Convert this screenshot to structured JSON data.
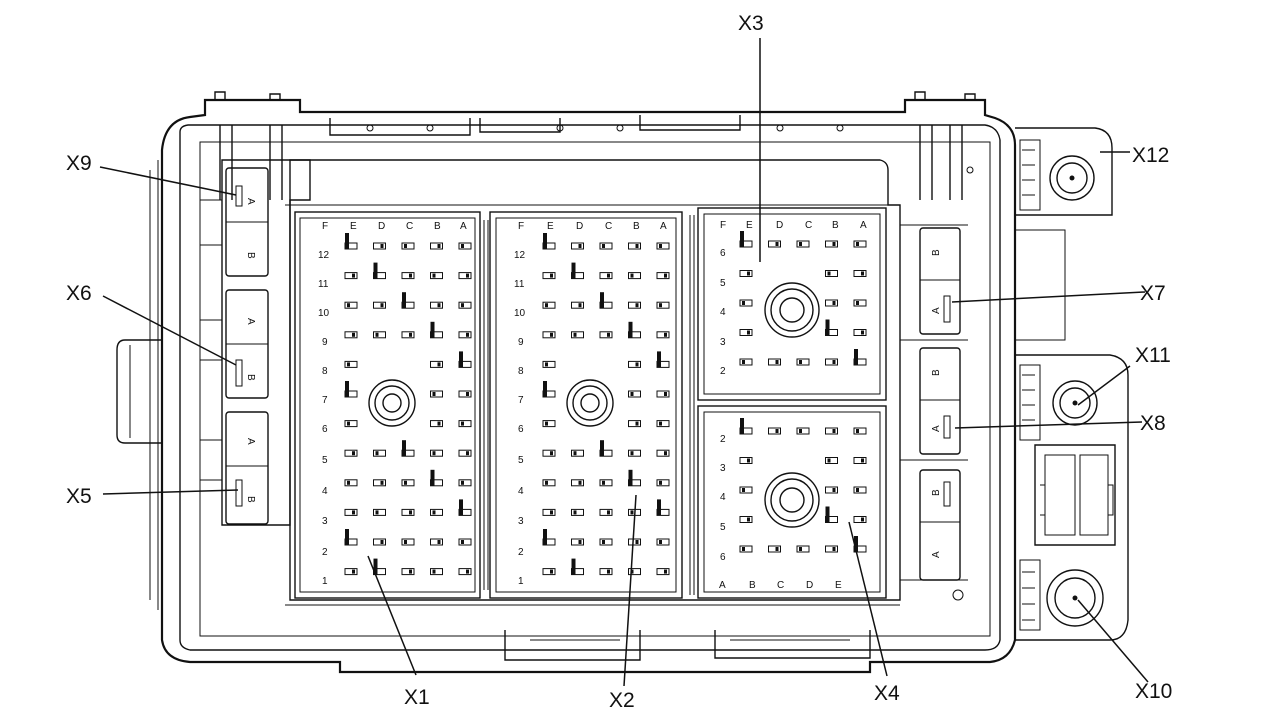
{
  "callouts": {
    "x1": "X1",
    "x2": "X2",
    "x3": "X3",
    "x4": "X4",
    "x5": "X5",
    "x6": "X6",
    "x7": "X7",
    "x8": "X8",
    "x9": "X9",
    "x10": "X10",
    "x11": "X11",
    "x12": "X12"
  },
  "connectors": {
    "x1": {
      "columns": [
        "F",
        "E",
        "D",
        "C",
        "B",
        "A"
      ],
      "rows": [
        "12",
        "11",
        "10",
        "9",
        "8",
        "7",
        "6",
        "5",
        "4",
        "3",
        "2",
        "1"
      ]
    },
    "x2": {
      "columns": [
        "F",
        "E",
        "D",
        "C",
        "B",
        "A"
      ],
      "rows": [
        "12",
        "11",
        "10",
        "9",
        "8",
        "7",
        "6",
        "5",
        "4",
        "3",
        "2",
        "1"
      ]
    },
    "x3": {
      "columns": [
        "F",
        "E",
        "D",
        "C",
        "B",
        "A"
      ],
      "rows": [
        "6",
        "5",
        "4",
        "3",
        "2"
      ]
    },
    "x4": {
      "columns": [
        "A",
        "B",
        "C",
        "D",
        "E"
      ],
      "rows": [
        "2",
        "3",
        "4",
        "5",
        "6"
      ]
    }
  },
  "relay_letters": {
    "x9_top": "A",
    "x9_bottom": "B",
    "x6_top": "A",
    "x6_bottom": "B",
    "x5_top": "A",
    "x5_bottom": "B",
    "right_1": "B",
    "x7": "A",
    "right_3": "B",
    "x8": "A",
    "right_5": "B",
    "right_6": "A"
  }
}
